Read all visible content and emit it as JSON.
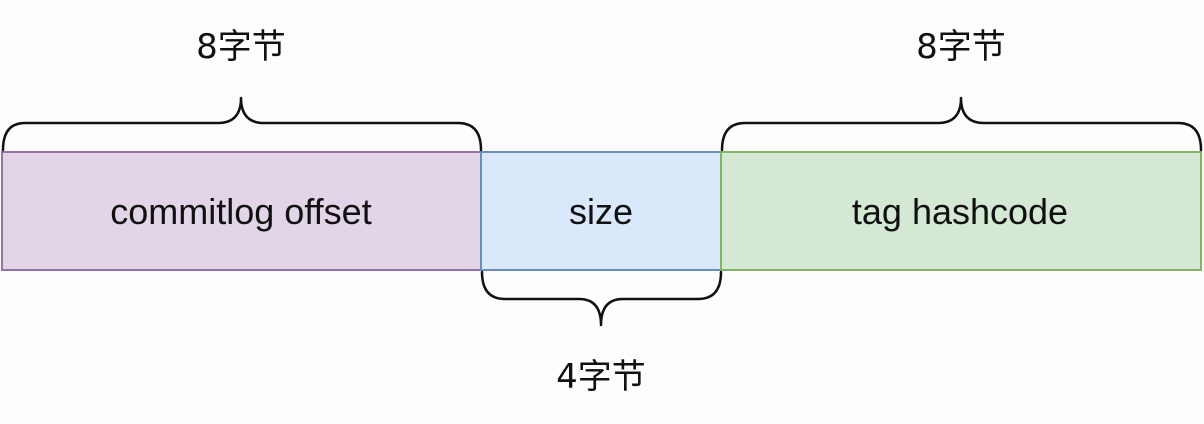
{
  "segments": [
    {
      "label": "commitlog offset",
      "fill": "#e1d5e7",
      "stroke": "#9673a6"
    },
    {
      "label": "size",
      "fill": "#dae8fc",
      "stroke": "#6c8ebf"
    },
    {
      "label": "tag hashcode",
      "fill": "#d5e8d4",
      "stroke": "#82b366"
    }
  ],
  "braces": {
    "top_left": "8字节",
    "bottom_middle": "4字节",
    "top_right": "8字节"
  }
}
